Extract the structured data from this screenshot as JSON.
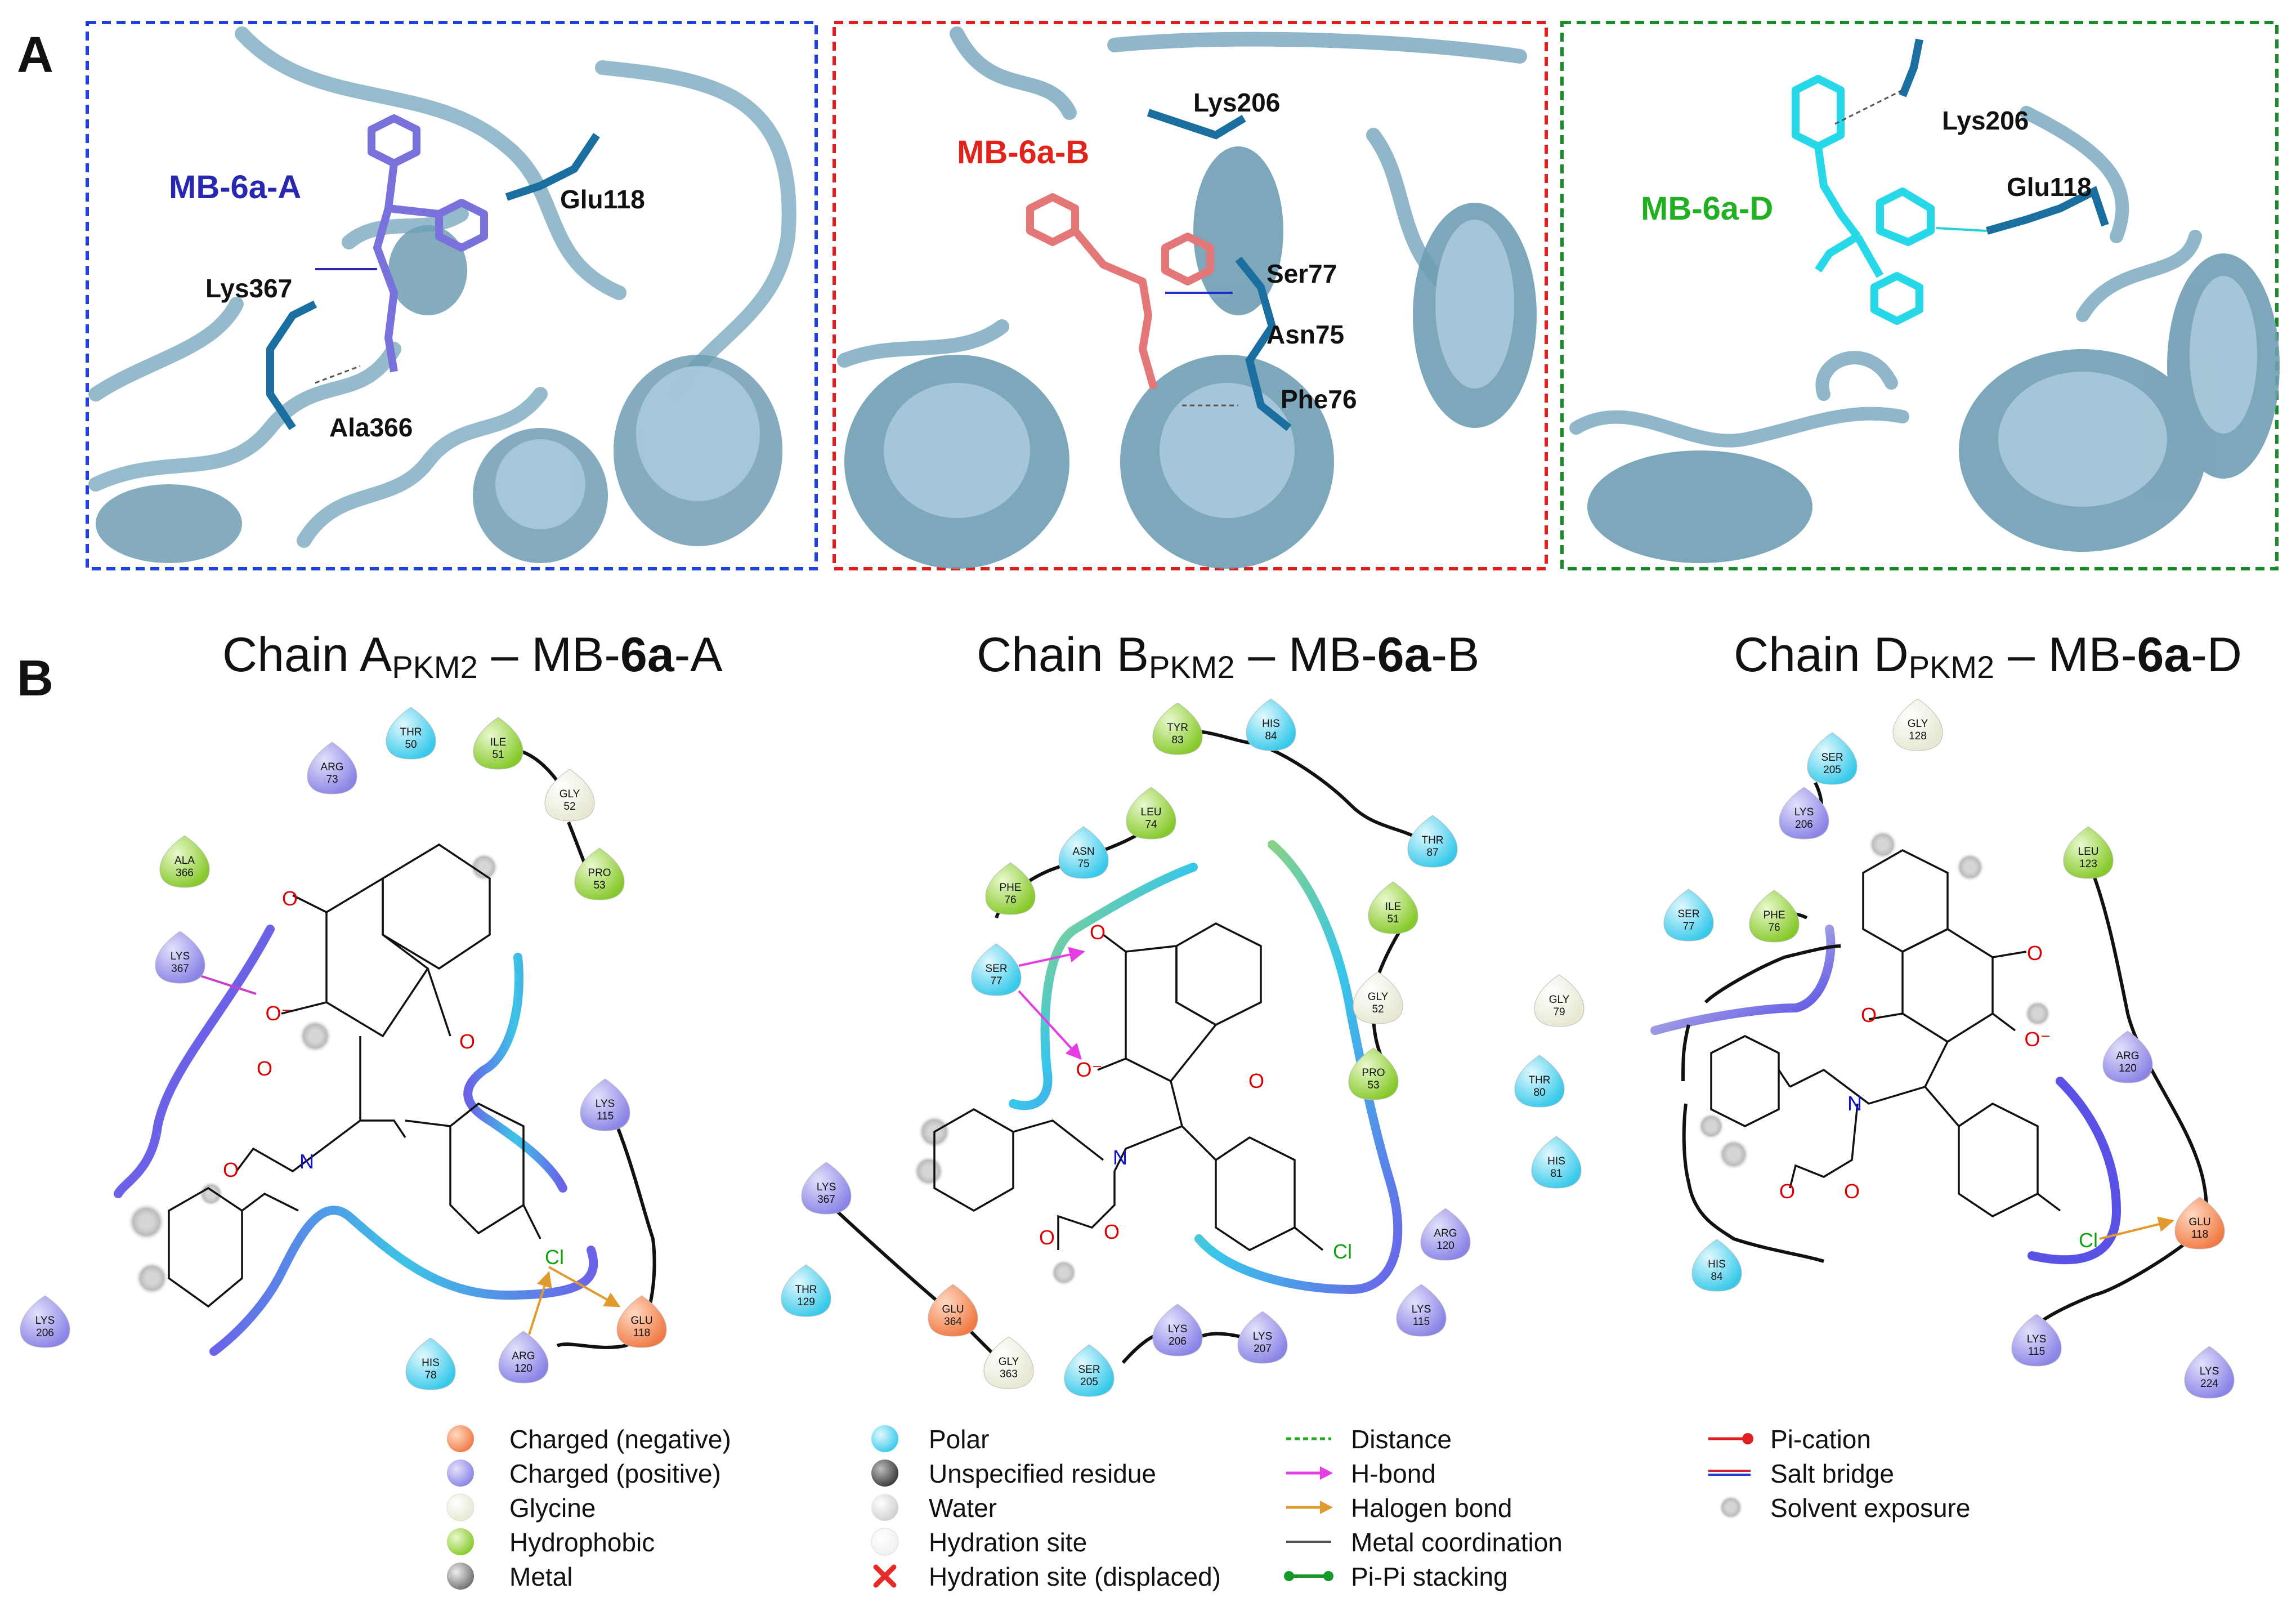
{
  "panel_labels": {
    "a": "A",
    "b": "B"
  },
  "panels_a": [
    {
      "ligand": "MB-6a-A",
      "ligand_color": "#2727b0",
      "frame_color": "#1f3fe0",
      "residues": [
        "Glu118",
        "Lys367",
        "Ala366"
      ]
    },
    {
      "ligand": "MB-6a-B",
      "ligand_color": "#e0241b",
      "frame_color": "#e02020",
      "residues": [
        "Lys206",
        "Ser77",
        "Asn75",
        "Phe76"
      ]
    },
    {
      "ligand": "MB-6a-D",
      "ligand_color": "#21b021",
      "frame_color": "#1a8a2a",
      "residues": [
        "Lys206",
        "Glu118"
      ]
    }
  ],
  "panels_b": [
    {
      "title_pre": "Chain A",
      "title_sub": "PKM2",
      "title_mid": " – MB-",
      "title_bold": "6a",
      "title_post": "-A",
      "residues": [
        [
          "ARG",
          "73"
        ],
        [
          "THR",
          "50"
        ],
        [
          "ILE",
          "51"
        ],
        [
          "GLY",
          "52"
        ],
        [
          "PRO",
          "53"
        ],
        [
          "ALA",
          "366"
        ],
        [
          "LYS",
          "367"
        ],
        [
          "LYS",
          "115"
        ],
        [
          "LYS",
          "206"
        ],
        [
          "HIS",
          "78"
        ],
        [
          "ARG",
          "120"
        ],
        [
          "GLU",
          "118"
        ]
      ]
    },
    {
      "title_pre": "Chain B",
      "title_sub": "PKM2",
      "title_mid": " – MB-",
      "title_bold": "6a",
      "title_post": "-B",
      "residues": [
        [
          "TYR",
          "83"
        ],
        [
          "HIS",
          "84"
        ],
        [
          "THR",
          "87"
        ],
        [
          "LEU",
          "74"
        ],
        [
          "ASN",
          "75"
        ],
        [
          "PHE",
          "76"
        ],
        [
          "SER",
          "77"
        ],
        [
          "ILE",
          "51"
        ],
        [
          "GLY",
          "52"
        ],
        [
          "PRO",
          "53"
        ],
        [
          "LYS",
          "367"
        ],
        [
          "THR",
          "129"
        ],
        [
          "GLU",
          "364"
        ],
        [
          "GLY",
          "363"
        ],
        [
          "SER",
          "205"
        ],
        [
          "LYS",
          "206"
        ],
        [
          "LYS",
          "207"
        ],
        [
          "ARG",
          "120"
        ],
        [
          "LYS",
          "115"
        ]
      ]
    },
    {
      "title_pre": "Chain D",
      "title_sub": "PKM2",
      "title_mid": " – MB-",
      "title_bold": "6a",
      "title_post": "-D",
      "residues": [
        [
          "GLY",
          "128"
        ],
        [
          "SER",
          "205"
        ],
        [
          "LYS",
          "206"
        ],
        [
          "LEU",
          "123"
        ],
        [
          "SER",
          "77"
        ],
        [
          "PHE",
          "76"
        ],
        [
          "GLY",
          "79"
        ],
        [
          "THR",
          "80"
        ],
        [
          "HIS",
          "81"
        ],
        [
          "HIS",
          "84"
        ],
        [
          "ARG",
          "120"
        ],
        [
          "GLU",
          "118"
        ],
        [
          "LYS",
          "115"
        ],
        [
          "LYS",
          "224"
        ]
      ]
    }
  ],
  "atom_labels": {
    "oxygen": "O",
    "oxide": "O⁻",
    "nitrogen": "N",
    "chlorine": "Cl"
  },
  "legend": [
    [
      "Charged (negative)",
      "Charged (positive)",
      "Glycine",
      "Hydrophobic",
      "Metal"
    ],
    [
      "Polar",
      "Unspecified residue",
      "Water",
      "Hydration site",
      "Hydration site (displaced)"
    ],
    [
      "Distance",
      "H-bond",
      "Halogen bond",
      "Metal coordination",
      "Pi-Pi stacking"
    ],
    [
      "Pi-cation",
      "Salt bridge",
      "Solvent exposure"
    ]
  ],
  "colors": {
    "negative": "#f07b45",
    "positive": "#8a84e6",
    "glycine": "#f3f3e4",
    "hydrophobic": "#8ccf2e",
    "polar": "#4fd3ee",
    "metal": "#8c8c8c",
    "protein": "#8fb7c9",
    "hbond": "#e43de4",
    "halogen": "#e09a2e"
  }
}
